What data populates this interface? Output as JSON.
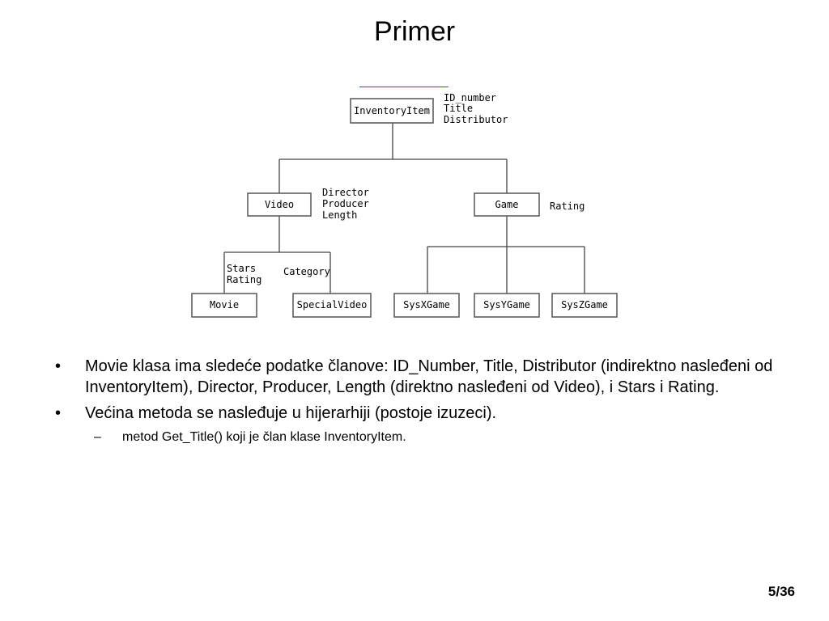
{
  "slide": {
    "title": "Primer",
    "page_number": "5/36"
  },
  "diagram": {
    "nodes": {
      "inventory": "InventoryItem",
      "video": "Video",
      "game": "Game",
      "movie": "Movie",
      "special_video": "SpecialVideo",
      "sysx": "SysXGame",
      "sysy": "SysYGame",
      "sysz": "SysZGame"
    },
    "attributes": {
      "inventory": [
        "ID_number",
        "Title",
        "Distributor"
      ],
      "video": [
        "Director",
        "Producer",
        "Length"
      ],
      "game": [
        "Rating"
      ],
      "movie": [
        "Stars",
        "Rating"
      ],
      "special_video": [
        "Category"
      ]
    }
  },
  "bullets": [
    {
      "mark": "•",
      "text": "Movie klasa ima sledeće podatke članove: ID_Number, Title, Distributor (indirektno nasleđeni od InventoryItem), Director, Producer, Length (direktno nasleđeni od Video), i Stars i Rating."
    },
    {
      "mark": "•",
      "text": "Većina metoda se nasleđuje u hijerarhiji (postoje izuzeci).",
      "sub": {
        "mark": "–",
        "text": "metod Get_Title() koji je član klase InventoryItem."
      }
    }
  ]
}
